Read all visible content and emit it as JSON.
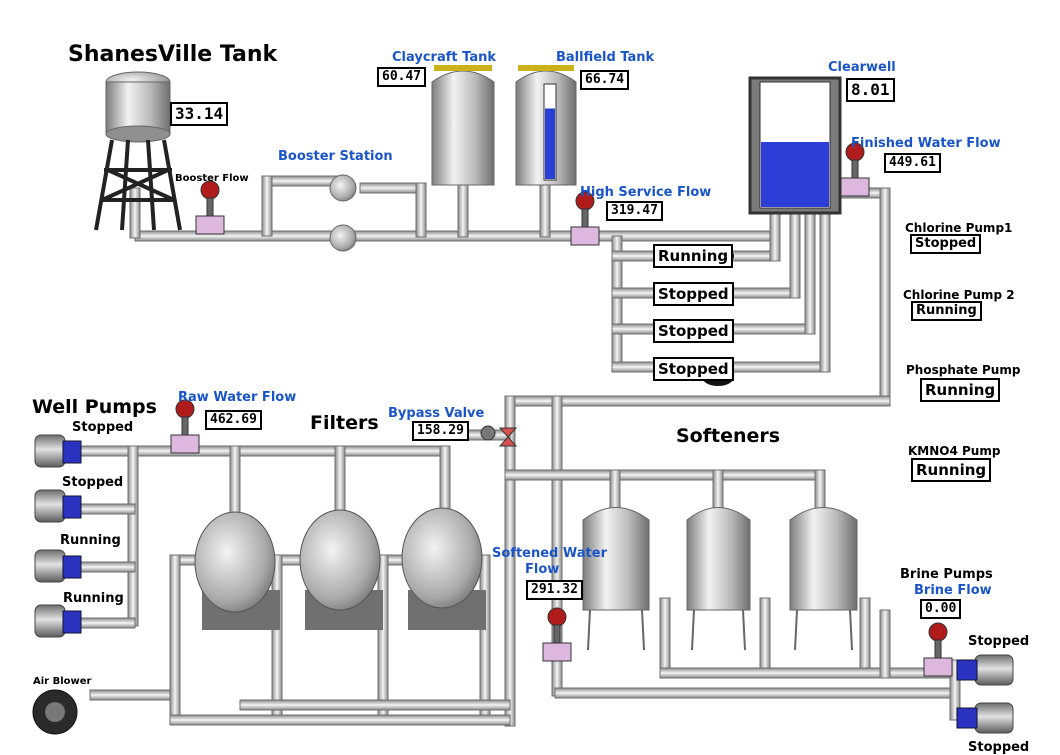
{
  "accent_colors": {
    "label_blue": "#1a55c8",
    "water_blue": "#2b3fd6",
    "pipe": "#c8c8c8",
    "meter_red": "#b01c1c"
  },
  "tanks": {
    "shanesville": {
      "title": "ShanesVille Tank",
      "level": "33.14"
    },
    "claycraft": {
      "title": "Claycraft Tank",
      "level": "60.47"
    },
    "ballfield": {
      "title": "Ballfield Tank",
      "level": "66.74",
      "fill_fraction": 0.75
    },
    "clearwell": {
      "title": "Clearwell",
      "level": "8.01",
      "fill_fraction": 0.52
    }
  },
  "flows": {
    "booster_flow": {
      "label": "Booster Flow"
    },
    "booster_station": {
      "label": "Booster Station"
    },
    "high_service": {
      "label": "High Service Flow",
      "value": "319.47"
    },
    "finished_water": {
      "label": "Finished Water Flow",
      "value": "449.61"
    },
    "raw_water": {
      "label": "Raw Water Flow",
      "value": "462.69"
    },
    "bypass_valve": {
      "label": "Bypass Valve",
      "value": "158.29"
    },
    "softened_water": {
      "label1": "Softened Water",
      "label2": "Flow",
      "value": "291.32"
    },
    "brine_flow": {
      "label": "Brine Flow",
      "value": "0.00"
    }
  },
  "high_service_pumps": [
    "Running",
    "Stopped",
    "Stopped",
    "Stopped"
  ],
  "chemical_pumps": [
    {
      "name": "Chlorine Pump1",
      "status": "Stopped"
    },
    {
      "name": "Chlorine Pump 2",
      "status": "Running"
    },
    {
      "name": "Phosphate Pump",
      "status": "Running"
    },
    {
      "name": "KMNO4 Pump",
      "status": "Running"
    }
  ],
  "sections": {
    "well_pumps": "Well Pumps",
    "filters": "Filters",
    "softeners": "Softeners",
    "brine_pumps": "Brine Pumps",
    "air_blower": "Air Blower"
  },
  "well_pumps": [
    "Stopped",
    "Stopped",
    "Running",
    "Running"
  ],
  "brine_pumps": [
    "Stopped",
    "Stopped"
  ]
}
